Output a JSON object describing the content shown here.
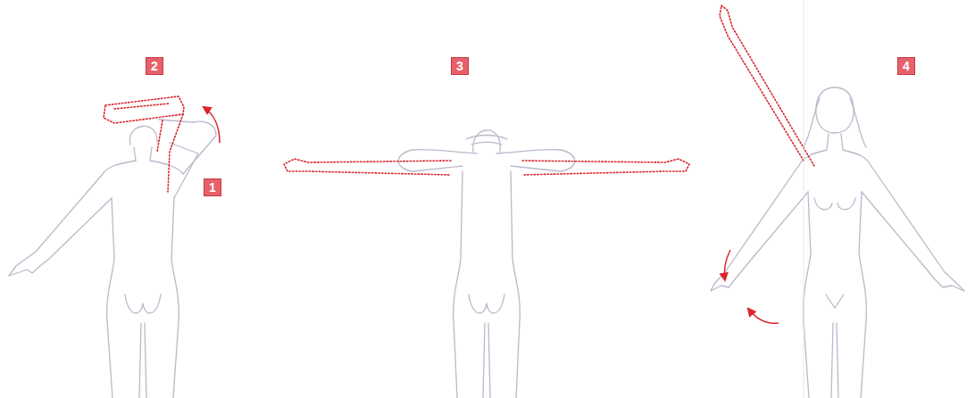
{
  "diagram": {
    "labels": [
      "2",
      "1",
      "3",
      "4"
    ]
  }
}
